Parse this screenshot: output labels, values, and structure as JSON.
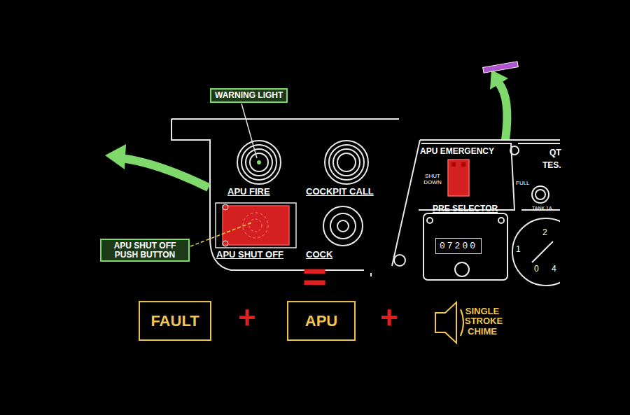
{
  "diagram": {
    "nodes": [
      {
        "text": [
          "WARNING LIGHT"
        ]
      },
      {
        "text": [
          "APU SHUT OFF PUSH BUTTON"
        ]
      },
      {
        "text": [
          "07200"
        ]
      },
      {
        "text": [
          "FAULT"
        ]
      },
      {
        "text": [
          "APU"
        ]
      }
    ],
    "labels": [
      "APU FIRE",
      "COCKPIT CALL",
      "APU SHUT OFF",
      "COCK",
      "APU EMERGENCY",
      "SHUT DOWN",
      "PRE SELECTOR",
      "QT",
      "TES.",
      "FULL",
      "TANK 1A",
      "2",
      "1",
      "0",
      "4",
      "=",
      "+",
      "+",
      "SINGLE STROKE CHIME"
    ]
  }
}
